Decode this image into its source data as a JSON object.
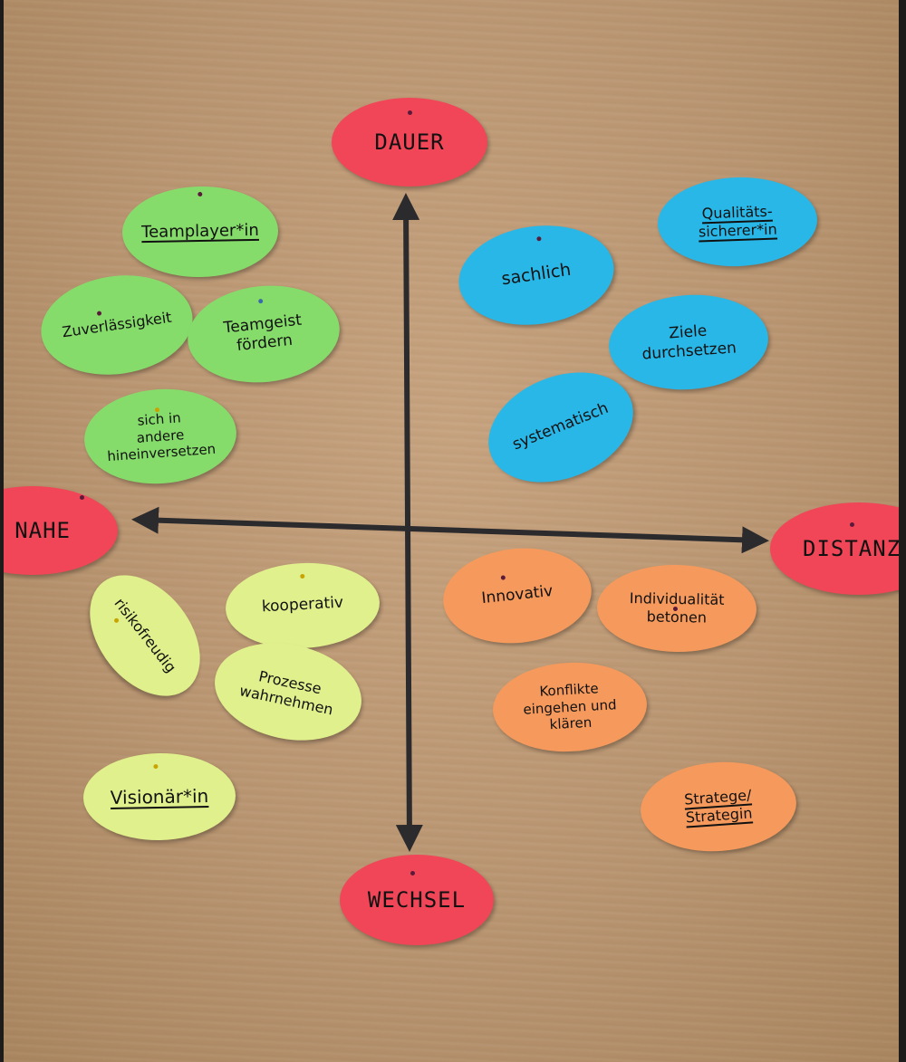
{
  "axes": {
    "top": "DAUER",
    "bottom": "WECHSEL",
    "left": "NAHE",
    "right": "DISTANZ"
  },
  "cards": {
    "teamplayer": "Teamplayer*in",
    "zuverlaessigkeit": "Zuverlässigkeit",
    "teamgeist": "Teamgeist\nfördern",
    "hineinversetzen": "sich in\nandere\nhineinversetzen",
    "sachlich": "sachlich",
    "qualitaet": "Qualitäts-\nsicherer*in",
    "ziele": "Ziele\ndurchsetzen",
    "systematisch": "systematisch",
    "risikofreudig": "risikofreudig",
    "kooperativ": "kooperativ",
    "prozesse": "Prozesse\nwahrnehmen",
    "visionaer": "Visionär*in",
    "innovativ": "Innovativ",
    "individualitaet": "Individualität\nbetonen",
    "konflikte": "Konflikte\neingehen und\nklären",
    "stratege": "Stratege/\nStrategin"
  },
  "colors": {
    "paper": "#b99571",
    "axis_line": "#2b2a2d",
    "pole": "#f04658",
    "green": "#86dc6b",
    "lime": "#dff08c",
    "blue": "#29b7e8",
    "orange": "#f59a5c"
  }
}
